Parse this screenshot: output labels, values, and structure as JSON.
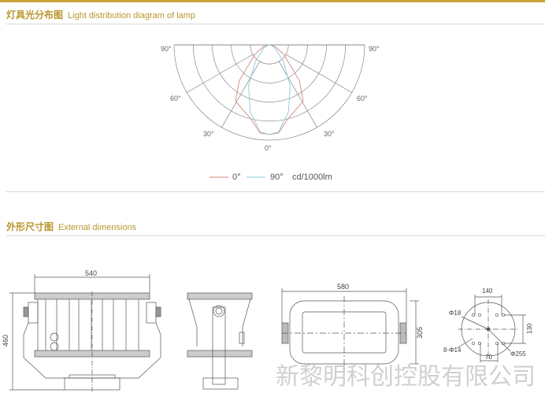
{
  "colors": {
    "accent": "#c9a23a",
    "title": "#b8962e",
    "curve_0": "#d9867c",
    "curve_90": "#8cc9de"
  },
  "section1": {
    "title_cn": "灯具光分布图",
    "title_en": "Light distribution diagram of lamp"
  },
  "section2": {
    "title_cn": "外形尺寸图",
    "title_en": "External dimensions"
  },
  "chart_data": {
    "type": "line",
    "subtype": "polar",
    "angle_labels": {
      "left_90": "90°",
      "right_90": "90°",
      "left_60": "60°",
      "right_60": "60°",
      "left_30": "30°",
      "right_30": "30°",
      "bottom_0": "0°"
    },
    "rings": [
      0.2,
      0.4,
      0.6,
      0.8,
      1.0
    ],
    "radial_range": [
      0,
      1
    ],
    "series": [
      {
        "name": "0°",
        "color": "#d9867c",
        "angles": [
          0,
          6,
          14,
          23,
          31,
          40,
          57,
          75,
          90
        ],
        "values": [
          0.94,
          0.93,
          0.8,
          0.73,
          0.69,
          0.49,
          0.18,
          0.06,
          0
        ]
      },
      {
        "name": "90°",
        "color": "#8cc9de",
        "angles": [
          0,
          6,
          16,
          27,
          40,
          60,
          75,
          90
        ],
        "values": [
          0.94,
          0.92,
          0.73,
          0.48,
          0.23,
          0.07,
          0.02,
          0
        ]
      }
    ],
    "legend": {
      "items": [
        "0°",
        "90°"
      ],
      "unit": "cd/1000lm",
      "placement": "bottom"
    }
  },
  "dimensions": {
    "front_width": "540",
    "front_height": "460",
    "plan_width": "580",
    "plan_height": "305",
    "flange_width": "140",
    "flange_height": "130",
    "flange_bottom": "70",
    "hole_large": "Φ18",
    "holes_small": "8-Φ14",
    "flange_diameter": "Φ255"
  },
  "watermark": "新黎明科创控股有限公司"
}
